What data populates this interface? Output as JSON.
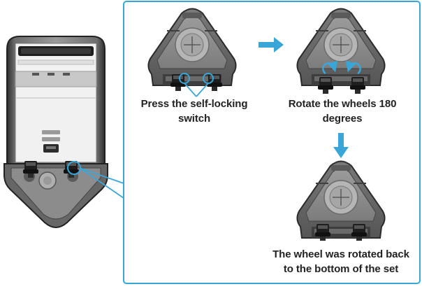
{
  "colors": {
    "accent": "#3aa6d8",
    "body_dark": "#4d4d4d",
    "body_mid": "#8c8c8c",
    "body_light": "#d4d4d4",
    "text": "#222222"
  },
  "steps": [
    {
      "label_line1": "Press the self-locking",
      "label_line2": "switch"
    },
    {
      "label_line1": "Rotate the wheels 180",
      "label_line2": "degrees"
    },
    {
      "label_line1": "The wheel was rotated back",
      "label_line2": "to the bottom of the set"
    }
  ]
}
